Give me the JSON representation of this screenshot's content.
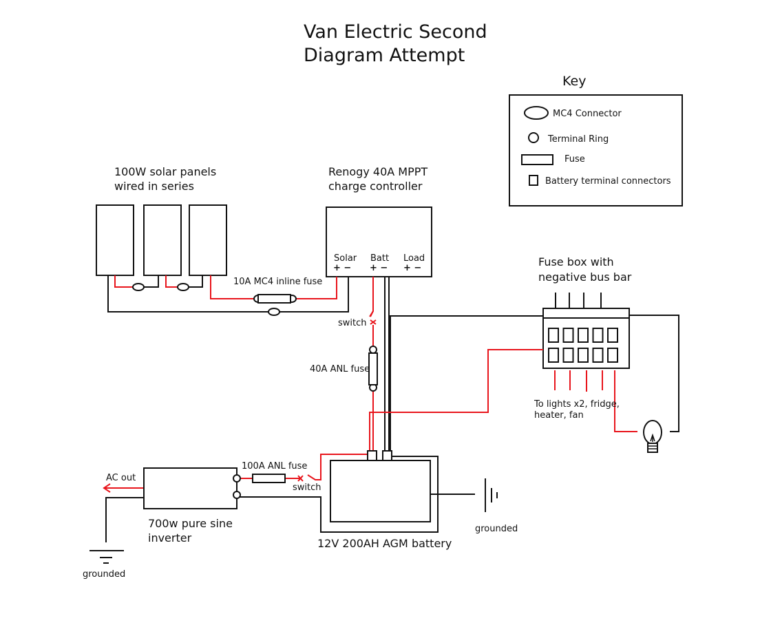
{
  "title": {
    "line1": "Van Electric Second",
    "line2": "Diagram Attempt"
  },
  "key": {
    "heading": "Key",
    "items": [
      {
        "symbol": "mc4-connector",
        "label": "MC4 Connector"
      },
      {
        "symbol": "terminal-ring",
        "label": "Terminal Ring"
      },
      {
        "symbol": "fuse",
        "label": "Fuse"
      },
      {
        "symbol": "battery-terminal-connector",
        "label": "Battery terminal connectors"
      }
    ]
  },
  "solar_panels": {
    "label_line1": "100W solar panels",
    "label_line2": "wired in series",
    "count": 3
  },
  "charge_controller": {
    "label_line1": "Renogy 40A MPPT",
    "label_line2": "charge controller",
    "ports": [
      {
        "name": "Solar",
        "polarity": "+ −"
      },
      {
        "name": "Batt",
        "polarity": "+ −"
      },
      {
        "name": "Load",
        "polarity": "+ −"
      }
    ]
  },
  "inline_fuse": {
    "label": "10A MC4 inline fuse"
  },
  "battery_switch": {
    "label": "switch"
  },
  "anl_fuse_40": {
    "label": "40A ANL fuse"
  },
  "fuse_box": {
    "label_line1": "Fuse box with",
    "label_line2": "negative bus bar",
    "fuse_slots": 10
  },
  "loads": {
    "label_line1": "To lights x2, fridge,",
    "label_line2": "heater, fan"
  },
  "inverter": {
    "label_line1": "700w pure sine",
    "label_line2": "inverter",
    "ac_out": "AC out"
  },
  "anl_fuse_100": {
    "label": "100A ANL fuse"
  },
  "inverter_switch": {
    "label": "switch"
  },
  "battery": {
    "label": "12V 200AH AGM battery"
  },
  "ground_battery": {
    "label": "grounded"
  },
  "ground_inverter": {
    "label": "grounded"
  },
  "colors": {
    "positive_wire": "#e8141b",
    "negative_wire": "#111111"
  }
}
